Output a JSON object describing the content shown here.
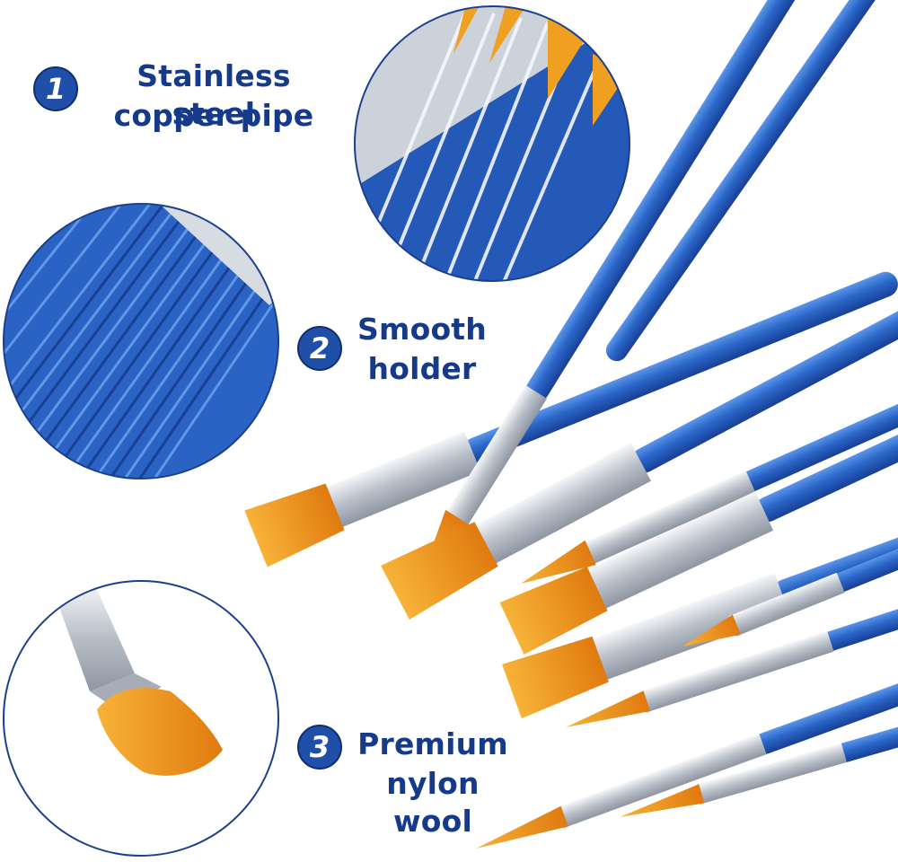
{
  "features": [
    {
      "number": "1",
      "line1": "Stainless steel",
      "line2": "copper pipe"
    },
    {
      "number": "2",
      "line1": "Smooth",
      "line2": "holder"
    },
    {
      "number": "3",
      "line1": "Premium",
      "line2": "nylon wool"
    }
  ],
  "colors": {
    "text": "#153a8a",
    "badge": "#1f4fa8",
    "handle": "#2f6fd0",
    "handle_dark": "#1c4ea6",
    "ferrule": "#c9ced6",
    "bristle": "#f0a020",
    "bristle_dark": "#d97a0c",
    "circle_border": "#1c3f8c"
  },
  "icons": {
    "badge": "numbered-circle-badge-icon",
    "circle_1": "brush-ferrule-closeup",
    "circle_2": "brush-handle-closeup",
    "circle_3": "angled-brush-tip-closeup"
  }
}
